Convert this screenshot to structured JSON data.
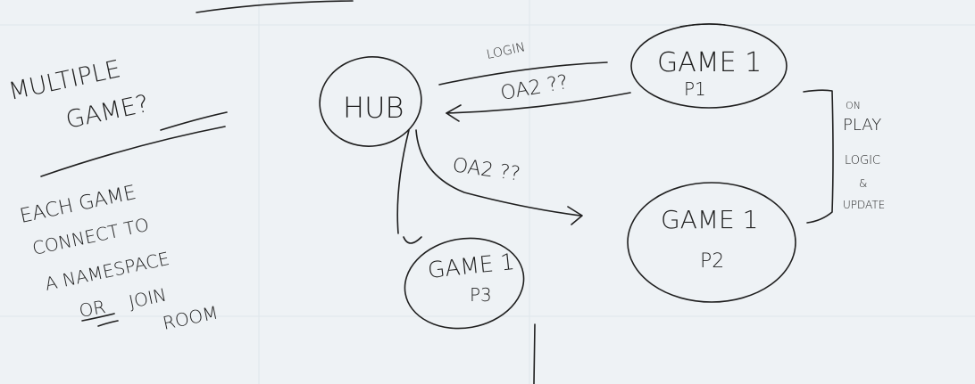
{
  "notes": {
    "title_line1": "MULTIPLE",
    "title_line2": "GAME?",
    "body_line1": "EACH GAME",
    "body_line2": "CONNECT TO",
    "body_line3": "A NAMESPACE",
    "body_or": "OR",
    "body_line4": "JOIN",
    "body_line5": "ROOM"
  },
  "diagram": {
    "hub_label": "HUB",
    "game_top": {
      "label": "GAME 1",
      "sub": "P1"
    },
    "game_right": {
      "label": "GAME 1",
      "sub": "P2"
    },
    "game_bottom": {
      "label": "GAME 1",
      "sub": "P3"
    },
    "edge_login": "LOGIN",
    "edge_oauth_top": "OA2 ??",
    "edge_oauth_mid": "OA2 ??",
    "side_note_line1": "ON",
    "side_note_line2": "PLAY",
    "side_note_line3": "LOGIC",
    "side_note_line4": "&",
    "side_note_line5": "UPDATE"
  }
}
